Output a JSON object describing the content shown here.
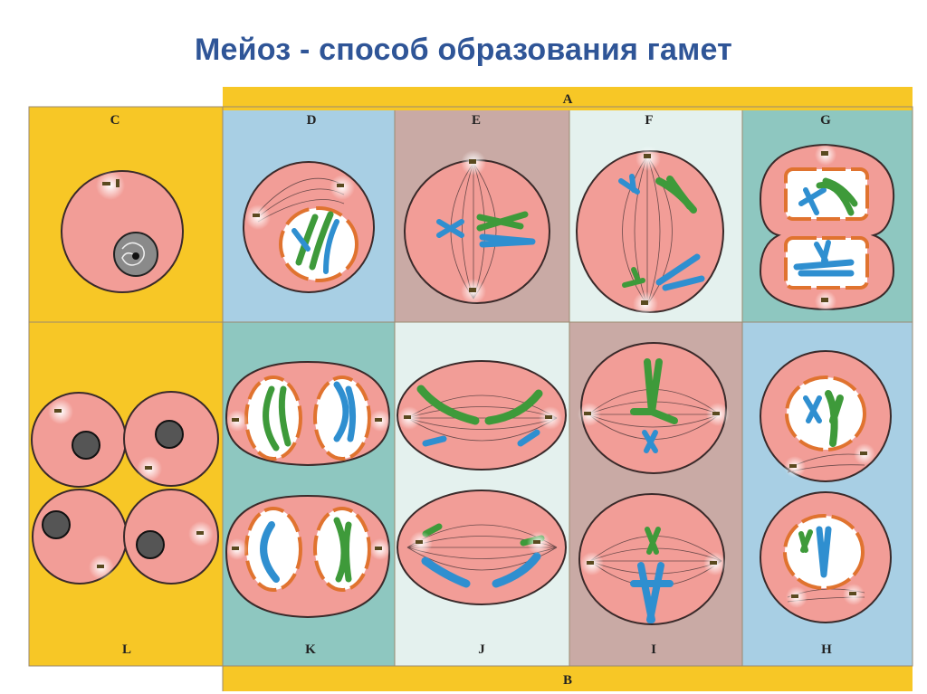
{
  "title": "Мейоз - способ образования гамет",
  "labels": {
    "A": "A",
    "B": "B",
    "C": "C",
    "D": "D",
    "E": "E",
    "F": "F",
    "G": "G",
    "H": "H",
    "I": "I",
    "J": "J",
    "K": "K",
    "L": "L"
  },
  "colors": {
    "yellow": "#f7c726",
    "blue_panel": "#a8cfe4",
    "mauve_panel": "#c9aaa5",
    "pale_panel": "#e4f1ee",
    "teal_panel": "#8ec7c0",
    "cell": "#f29d97",
    "nucleus_wall": "#e0732f",
    "chrom_green": "#3e9a3a",
    "chrom_blue": "#2f8fd0"
  }
}
